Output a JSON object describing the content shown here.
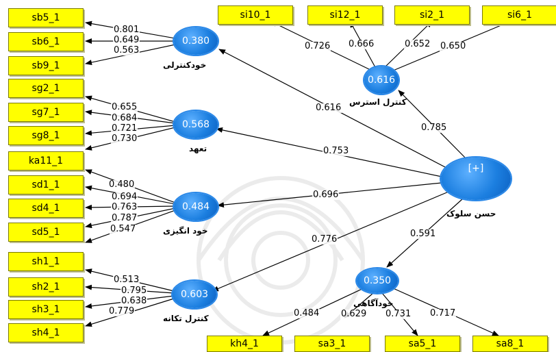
{
  "indicators": {
    "sb5_1": "sb5_1",
    "sb6_1": "sb6_1",
    "sb9_1": "sb9_1",
    "sg2_1": "sg2_1",
    "sg7_1": "sg7_1",
    "sg8_1": "sg8_1",
    "ka11_1": "ka11_1",
    "sd1_1": "sd1_1",
    "sd4_1": "sd4_1",
    "sd5_1": "sd5_1",
    "sh1_1": "sh1_1",
    "sh2_1": "sh2_1",
    "sh3_1": "sh3_1",
    "sh4_1": "sh4_1",
    "si10_1": "si10_1",
    "si12_1": "si12_1",
    "si2_1": "si2_1",
    "si6_1": "si6_1",
    "kh4_1": "kh4_1",
    "sa3_1": "sa3_1",
    "sa5_1": "sa5_1",
    "sa8_1": "sa8_1"
  },
  "latents": {
    "self_control": {
      "name": "خودکنترلی",
      "value": "0.380"
    },
    "commitment": {
      "name": "تعهد",
      "value": "0.568"
    },
    "self_motiv": {
      "name": "خود انگیزی",
      "value": "0.484"
    },
    "impulse": {
      "name": "کنترل تکانه",
      "value": "0.603"
    },
    "stress": {
      "name": "کنترل استرس",
      "value": "0.616"
    },
    "self_aware": {
      "name": "خودآگاهی",
      "value": "0.350"
    },
    "good_conduct": {
      "name": "حسن سلوک",
      "value": "[+]"
    }
  },
  "loadings": {
    "sb5": "0.801",
    "sb6": "0.649",
    "sb9": "0.563",
    "sg2": "0.655",
    "sg7": "0.684",
    "sg8": "0.721",
    "sg_x": "0.730",
    "ka11": "0.480",
    "sd1": "0.694",
    "sd4": "0.763",
    "sd_x": "0.787",
    "sd5": "0.547",
    "sh1": "0.513",
    "sh2": "0.795",
    "sh3": "0.638",
    "sh4": "0.779",
    "si10": "0.726",
    "si12": "0.666",
    "si2": "0.652",
    "si6": "0.650",
    "kh4": "0.484",
    "sa3": "0.629",
    "sa5": "0.731",
    "sa8": "0.717"
  },
  "paths": {
    "to_self_control": "0.616",
    "to_commitment": "0.753",
    "to_self_motiv": "0.696",
    "to_impulse": "0.776",
    "to_stress": "0.785",
    "to_self_aware": "0.591"
  },
  "colors": {
    "indicator_fill": "#ffff00",
    "latent_fill": "#1c7fe0",
    "arrow": "#000000"
  }
}
